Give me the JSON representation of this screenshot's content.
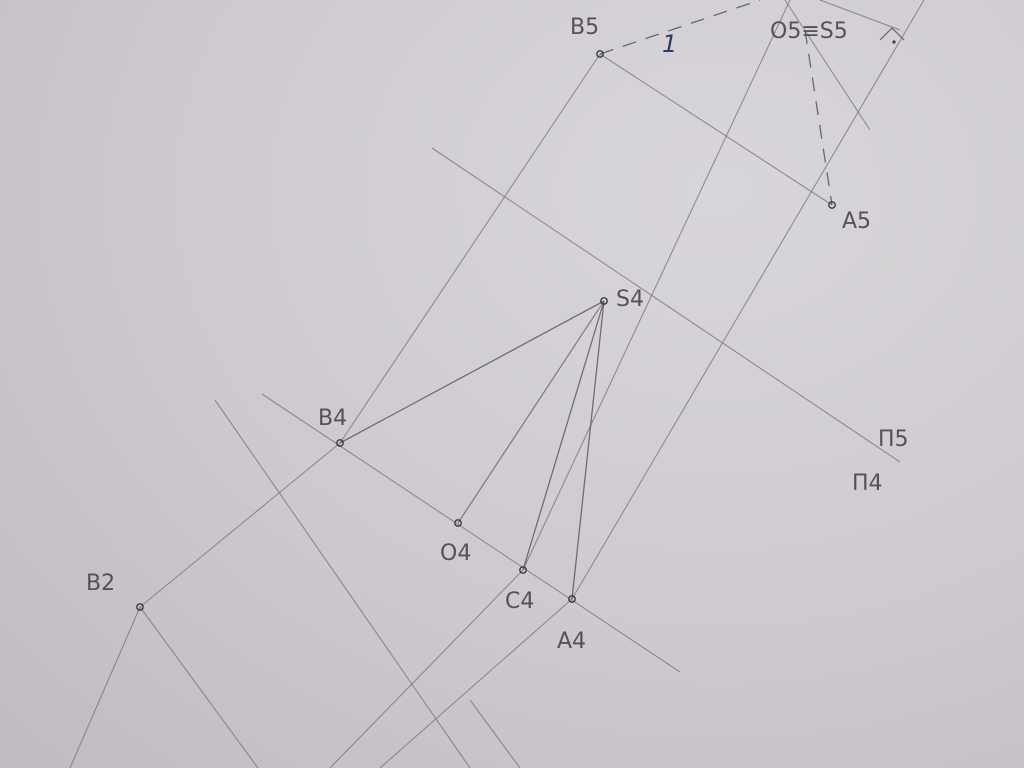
{
  "labels": {
    "B5": "B5",
    "O5S5": "O5≡S5",
    "A5": "A5",
    "S4": "S4",
    "B4": "B4",
    "O4": "O4",
    "C4": "C4",
    "A4": "A4",
    "B2": "B2",
    "pi5": "Π5",
    "pi4": "Π4",
    "one": "1"
  },
  "colors": {
    "paper": "#cfcbd0",
    "pencil": "#77727c",
    "ink": "#2c3a6a"
  }
}
